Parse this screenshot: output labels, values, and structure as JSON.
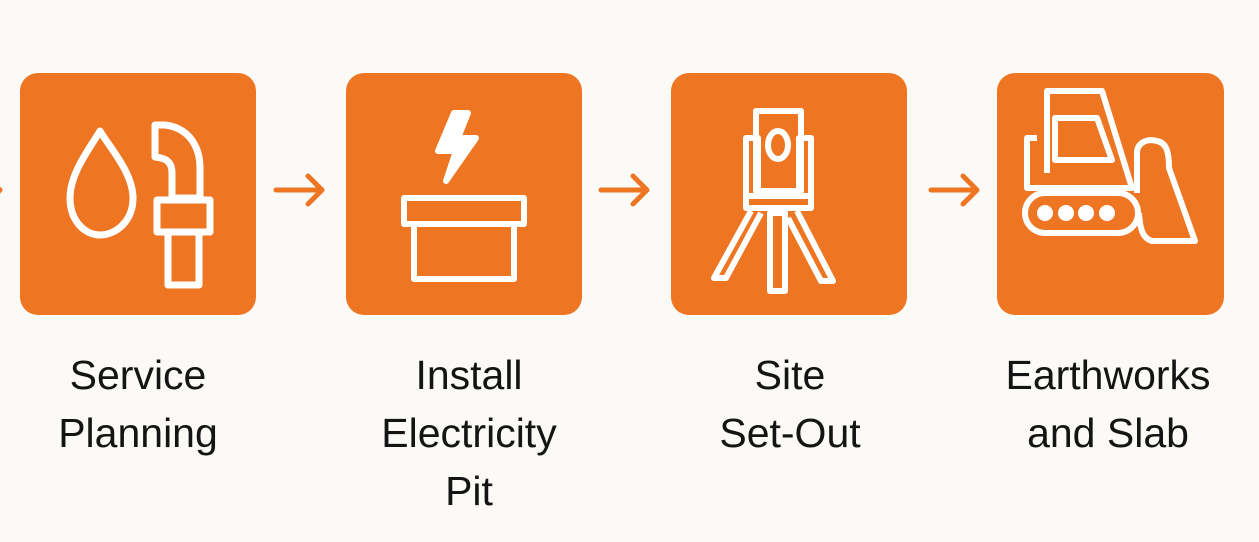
{
  "colors": {
    "accent": "#ee7623",
    "background": "#fbfaf6",
    "text": "#141414"
  },
  "steps": [
    {
      "icon": "water-drop-and-pipe-icon",
      "label_lines": [
        "Service",
        "Planning"
      ]
    },
    {
      "icon": "electricity-pit-icon",
      "label_lines": [
        "Install",
        "Electricity",
        "Pit"
      ]
    },
    {
      "icon": "surveying-tripod-icon",
      "label_lines": [
        "Site",
        "Set-Out"
      ]
    },
    {
      "icon": "bulldozer-icon",
      "label_lines": [
        "Earthworks",
        "and Slab"
      ]
    }
  ]
}
